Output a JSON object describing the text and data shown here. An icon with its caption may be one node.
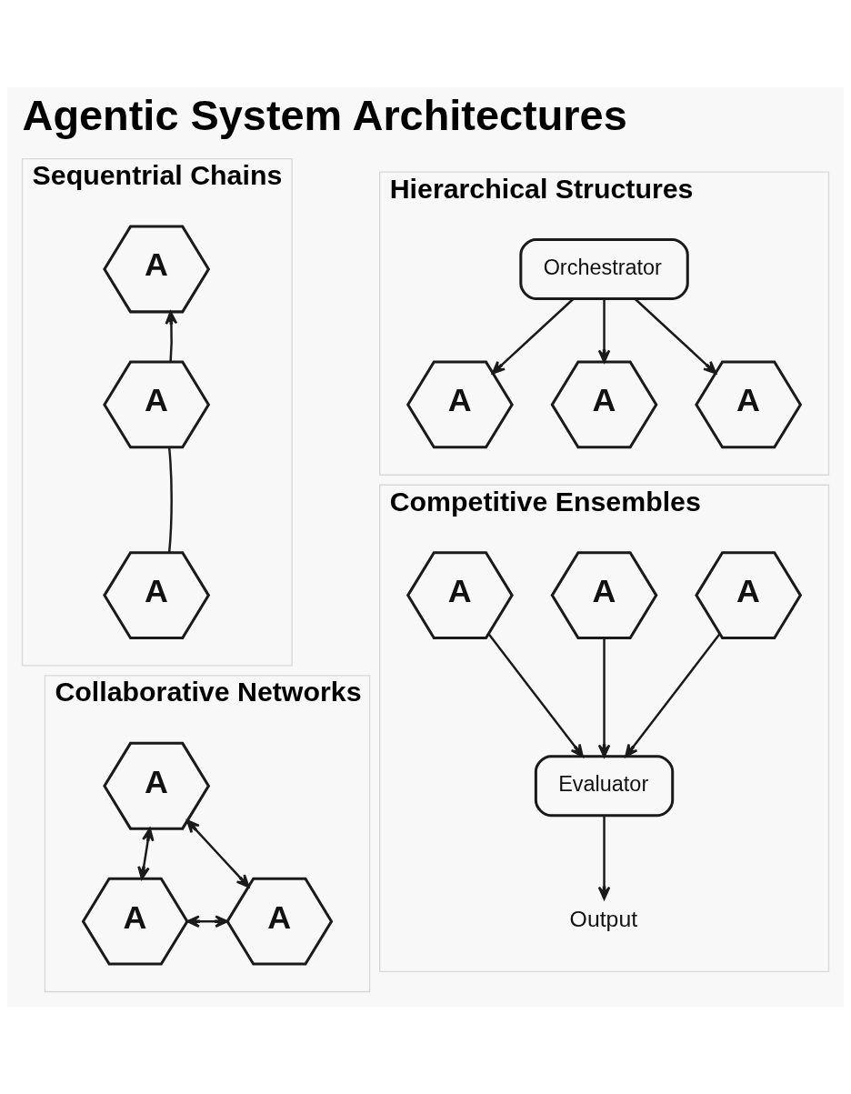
{
  "diagram": {
    "title": "Agentic System Architectures",
    "nodes": [
      {
        "text": [
          "Sequentrial Chains"
        ]
      },
      {
        "text": [
          "A"
        ],
        "in": 0
      },
      {
        "text": [
          "A"
        ],
        "in": 0
      },
      {
        "text": [
          "A"
        ],
        "in": 0
      },
      {
        "text": [
          "Hierarchical Structures"
        ]
      },
      {
        "text": [
          "Orchestrator"
        ],
        "in": 4
      },
      {
        "text": [
          "A"
        ],
        "in": 4
      },
      {
        "text": [
          "A"
        ],
        "in": 4
      },
      {
        "text": [
          "A"
        ],
        "in": 4
      },
      {
        "text": [
          "Collaborative Networks"
        ]
      },
      {
        "text": [
          "A"
        ],
        "in": 9
      },
      {
        "text": [
          "A"
        ],
        "in": 9
      },
      {
        "text": [
          "A"
        ],
        "in": 9
      },
      {
        "text": [
          "Competitive Ensembles"
        ]
      },
      {
        "text": [
          "A"
        ],
        "in": 13
      },
      {
        "text": [
          "A"
        ],
        "in": 13
      },
      {
        "text": [
          "A"
        ],
        "in": 13
      },
      {
        "text": [
          "Evaluator"
        ],
        "in": 13
      },
      {
        "text": [
          "Output"
        ],
        "in": 13
      }
    ],
    "edges": [
      {
        "from": 1,
        "to": 2,
        "arrow": "none"
      },
      {
        "from": 2,
        "to": 3,
        "arrow": "to"
      },
      {
        "from": 5,
        "to": 6,
        "arrow": "to"
      },
      {
        "from": 5,
        "to": 7,
        "arrow": "to"
      },
      {
        "from": 5,
        "to": 8,
        "arrow": "to"
      },
      {
        "from": 10,
        "to": 11,
        "arrow": "both"
      },
      {
        "from": 10,
        "to": 12,
        "arrow": "both"
      },
      {
        "from": 11,
        "to": 12,
        "arrow": "both"
      },
      {
        "from": 14,
        "to": 17,
        "arrow": "to"
      },
      {
        "from": 15,
        "to": 17,
        "arrow": "to"
      },
      {
        "from": 16,
        "to": 17,
        "arrow": "to"
      },
      {
        "from": 17,
        "to": 18,
        "arrow": "to"
      }
    ]
  }
}
